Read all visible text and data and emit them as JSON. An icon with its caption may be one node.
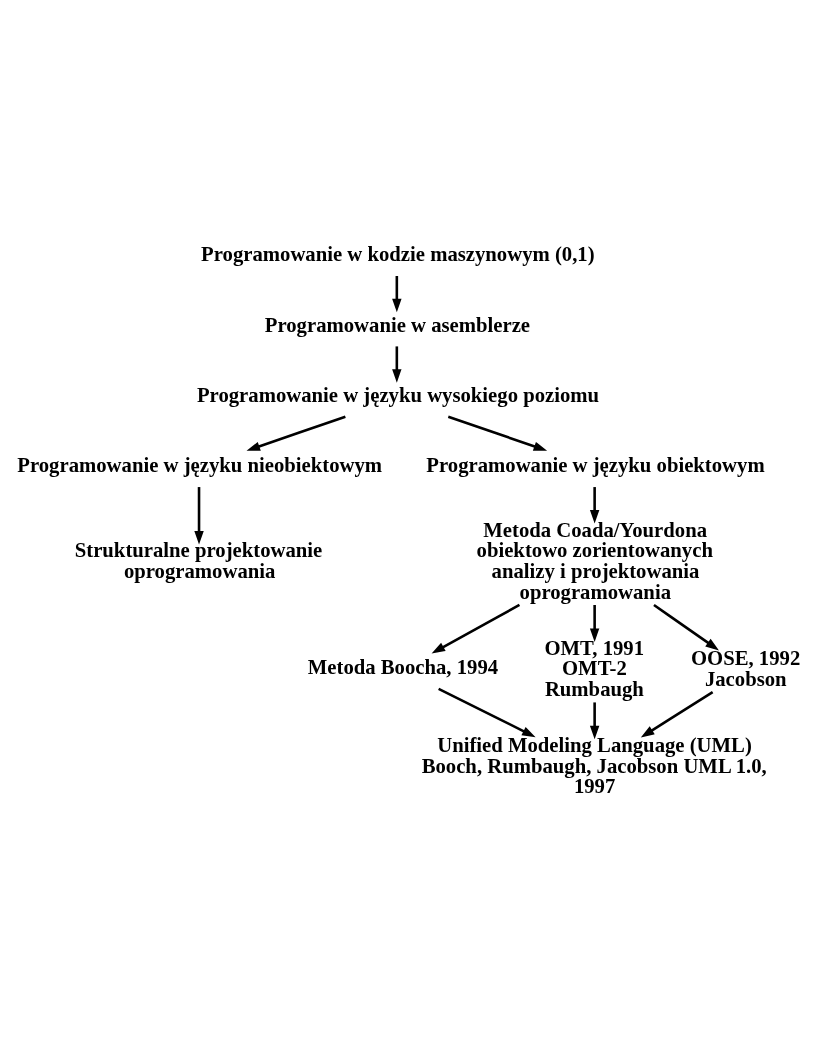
{
  "diagram": {
    "nodes": [
      {
        "text": [
          "Programowanie w kodzie maszynowym (0,1)"
        ]
      },
      {
        "text": [
          "Programowanie w asemblerze"
        ]
      },
      {
        "text": [
          "Programowanie w języku wysokiego poziomu"
        ]
      },
      {
        "text": [
          "Programowanie w języku nieobiektowym"
        ]
      },
      {
        "text": [
          "Programowanie w języku obiektowym"
        ]
      },
      {
        "text": [
          "Strukturalne projektowanie oprogramowania"
        ]
      },
      {
        "text": [
          "Metoda Coada/Yourdona obiektowo zorientowanych analizy i projektowania oprogramowania"
        ]
      },
      {
        "text": [
          "Metoda Boocha, 1994"
        ]
      },
      {
        "text": [
          "OMT, 1991 OMT-2 Rumbaugh"
        ]
      },
      {
        "text": [
          "OOSE, 1992 Jacobson"
        ]
      },
      {
        "text": [
          "Unified Modeling Language (UML) Booch, Rumbaugh, Jacobson UML 1.0, 1997"
        ]
      }
    ],
    "edges": [
      {
        "from": 0,
        "to": 1,
        "arrow": "to"
      },
      {
        "from": 1,
        "to": 2,
        "arrow": "to"
      },
      {
        "from": 2,
        "to": 3,
        "arrow": "to"
      },
      {
        "from": 2,
        "to": 4,
        "arrow": "to"
      },
      {
        "from": 3,
        "to": 5,
        "arrow": "to"
      },
      {
        "from": 4,
        "to": 6,
        "arrow": "to"
      },
      {
        "from": 6,
        "to": 7,
        "arrow": "to"
      },
      {
        "from": 6,
        "to": 8,
        "arrow": "to"
      },
      {
        "from": 6,
        "to": 9,
        "arrow": "to"
      },
      {
        "from": 7,
        "to": 10,
        "arrow": "to"
      },
      {
        "from": 8,
        "to": 10,
        "arrow": "to"
      },
      {
        "from": 9,
        "to": 10,
        "arrow": "to"
      }
    ]
  }
}
